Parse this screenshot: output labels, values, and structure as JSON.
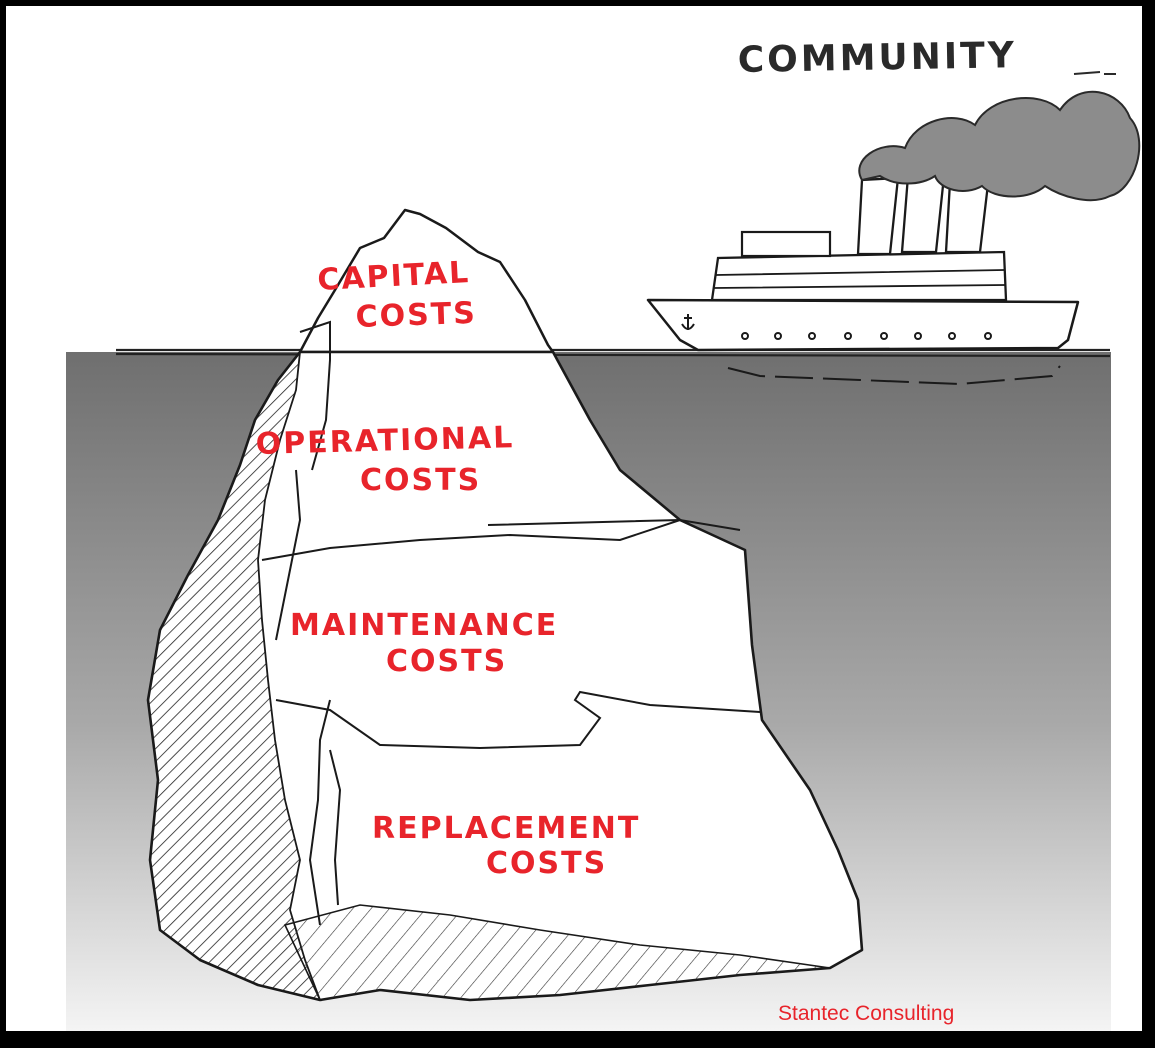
{
  "ship_label": "COMMUNITY",
  "layers": [
    {
      "line1": "CAPITAL",
      "line2": "COSTS"
    },
    {
      "line1": "OPERATIONAL",
      "line2": "COSTS"
    },
    {
      "line1": "MAINTENANCE",
      "line2": "COSTS"
    },
    {
      "line1": "REPLACEMENT",
      "line2": "COSTS"
    }
  ],
  "credit": "Stantec Consulting",
  "colors": {
    "label_red": "#e8242b",
    "water_top": "#6f6f6f",
    "water_bottom": "#f4f4f4",
    "frame": "#000000"
  }
}
